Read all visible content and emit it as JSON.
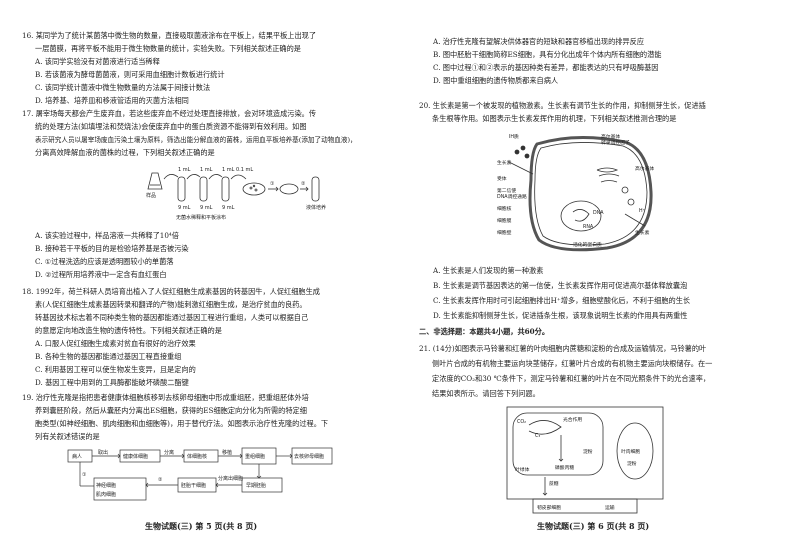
{
  "left": {
    "q16": [
      "16. 某同学为了统计某菌落中微生物的数量，直接吸取菌液涂布在平板上，结果平板上出现了",
      "一层菌膜，再将平板不能用于微生物数量的统计，实验失败。下列相关叙述正确的是",
      "A. 该同学实验没有对菌液进行适当稀释",
      "B. 若该菌液为酵母菌菌液，则可采用血细胞计数板进行统计",
      "C. 该同学统计菌液中微生物数量的方法属于间接计数法",
      "D. 培养基、培养皿和移液管适用的灭菌方法相同"
    ],
    "q17": [
      "17. 屠宰场每天都会产生废弃血，若这些废弃血不经过处理直接排放，会对环境造成污染。传",
      "统的处理方法(如填埋法和焚烧法)会使废弃血中的蛋白质资源不能得到有效利用。如图",
      "表示研究人员以屠宰场废血污染土壤为原料，筛选出能分解血液的菌株，运用血平板培养基(添加了动物血液)，",
      "分离高效降解血液的菌株的过程，下列相关叙述正确的是",
      "A. 该实验过程中，样品溶液一共稀释了10⁴倍",
      "B. 接种若干平板的目的是检验培养基是否被污染",
      "C. ①过程洗选的应该是透明圈较小的单菌落",
      "D. ②过程所用培养液中一定含有血红蛋白"
    ],
    "q18": [
      "18. 1992年，荷兰科研人员培育出植入了人促红细胞生成素基因的转基因牛，人促红细胞生成",
      "素(人促红细胞生成素基因转录和翻译的产物)能刺激红细胞生成，是治疗贫血的良药。",
      "转基因技术标志着不同种类生物的基因都能通过基因工程进行重组，人类可以根据自己",
      "的意愿定向地改造生物的遗传特性。下列相关叙述正确的是",
      "A. 口服人促红细胞生成素对贫血有很好的治疗效果",
      "B. 各种生物的基因都能通过基因工程直接重组",
      "C. 利用基因工程可以使生物发生变异，且是定向的",
      "D. 基因工程中用到的工具酶都能破坏磷酸二酯键"
    ],
    "q19": [
      "19. 治疗性克隆是指把患者健康体细胞核移到去核卵母细胞中形成重组胚，把重组胚体外培",
      "养到囊胚阶段，然后从囊胚内分离出ES细胞，获得的ES细胞定向分化为所需的特定细",
      "胞类型(如神经细胞、肌肉细胞和血细胞等)，用于替代疗法。如图表示治疗性克隆的过程。下",
      "列有关叙述错误的是"
    ],
    "fig17": {
      "tubes": [
        "1 mL",
        "1 mL",
        "1 mL",
        "0.1 mL"
      ],
      "water": "9 mL",
      "caption": "无菌水稀释和平板涂布",
      "sample": "样品",
      "labels": [
        "①",
        "②",
        "液体培养"
      ]
    },
    "fig19": {
      "nodes": [
        "病人",
        "取出",
        "健康体细胞",
        "分离",
        "体细胞核",
        "移植",
        "重组细胞",
        "去核卵母细胞",
        "早期胚胎",
        "分离出细胞",
        "分化",
        "胚胎干细胞",
        "③",
        "②",
        "神经细胞",
        "肌肉细胞"
      ],
      "circled": [
        "①",
        "②",
        "③"
      ]
    },
    "footer": "生物试题(三)   第 5 页(共 8 页)"
  },
  "right": {
    "q19opts": [
      "A. 治疗性克隆有望解决供体器官的短缺和器官移植出现的排异反应",
      "B. 图中胚胎干细胞简称ES细胞，具有分化出成年个体内所有细胞的潜能",
      "C. 图中过程①和②表示的基因种类有差异，都能表达的只有呼吸酶基因",
      "D. 图中重组细胞的遗传物质都来自病人"
    ],
    "q20": [
      "20. 生长素是第一个被发现的植物激素。生长素有调节生长的作用，抑制侧芽生长，促进插",
      "条生根等作用。如图表示生长素发挥作用的机理，下列相关叙述推测合理的是",
      "A. 生长素是人们发现的第一种激素",
      "B. 生长素是调节基因表达的第一信使，生长素发挥作用可促进高尔基体释放囊泡",
      "C. 生长素发挥作用时可引起细胞排出H⁺增多，细胞壁酸化后，不利于细胞的生长",
      "D. 生长素能抑制侧芽生长，促进插条生根，该现象说明生长素的作用具有两重性"
    ],
    "section": "二、非选择题：本题共4小题，共60分。",
    "q21": [
      "21. (14分)如图表示马铃薯和红薯的叶肉细胞内蔗糖和淀粉的合成及运输情况，马铃薯的叶",
      "侧叶片合成的有机物主要运向块茎储存，红薯叶片合成的有机物主要运向块根储存。在一",
      "定浓度的CO₂和30 ℃条件下，测定马铃薯和红薯的叶片在不同光照条件下的光合速率，",
      "结果如表所示。请回答下列问题。"
    ],
    "fig20": {
      "labels": [
        "IH质",
        "高尔基体",
        "转录调控因子",
        "生长素",
        "受体",
        "第二信使",
        "DNA调控通路",
        "细胞核",
        "细胞膜",
        "细胞壁",
        "高尔基体",
        "活化的蛋白质",
        "生长素",
        "H⁺",
        "RNA",
        "DNA"
      ]
    },
    "fig21": {
      "labels": [
        "CO₂",
        "C₃",
        "光合作用",
        "磷酸丙糖",
        "叶绿体",
        "蔗糖",
        "淀粉",
        "叶肉细胞",
        "淀粉",
        "韧皮部细胞",
        "运输"
      ]
    },
    "footer": "生物试题(三)   第 6 页(共 8 页)"
  }
}
